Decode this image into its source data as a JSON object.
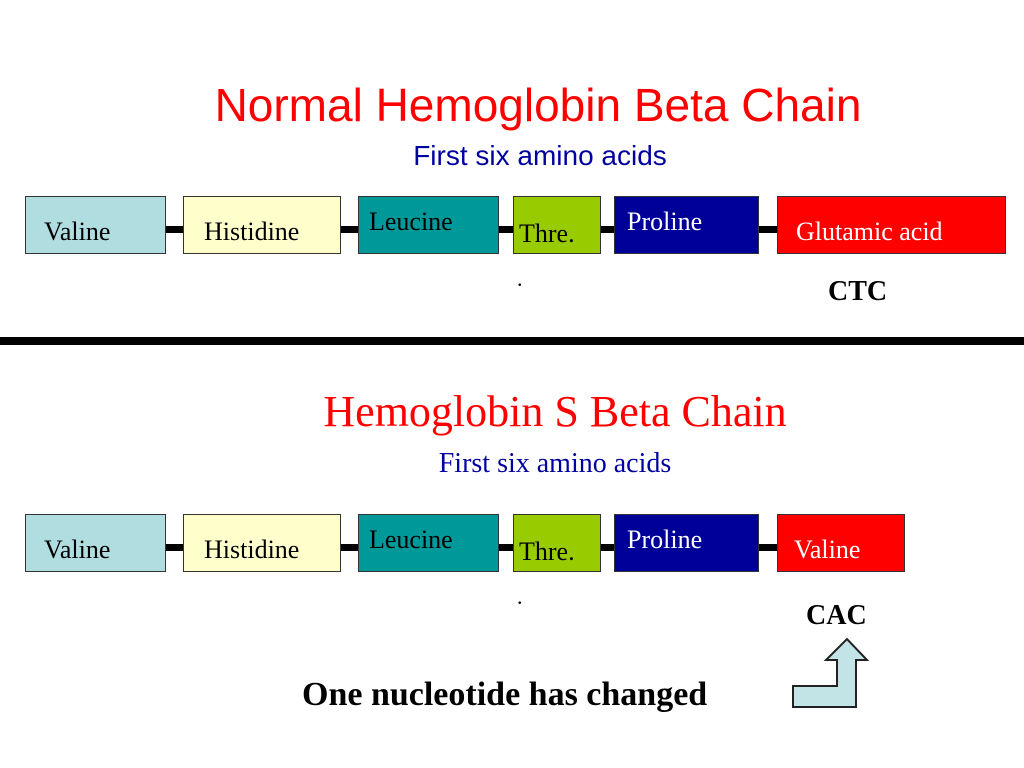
{
  "normal": {
    "title": "Normal Hemoglobin Beta Chain",
    "subtitle": "First six amino acids",
    "acids": [
      "Valine",
      "Histidine",
      "Leucine",
      "Thre.",
      "Proline",
      "Glutamic acid"
    ],
    "dot": ".",
    "codon": "CTC"
  },
  "sickle": {
    "title": "Hemoglobin S Beta Chain",
    "subtitle": "First six amino acids",
    "acids": [
      "Valine",
      "Histidine",
      "Leucine",
      "Thre.",
      "Proline",
      "Valine"
    ],
    "dot": ".",
    "codon": "CAC"
  },
  "caption": "One nucleotide has changed",
  "colors": {
    "title": "#ff0000",
    "subtitle": "#0000a0",
    "valine_box": "#b0dde0",
    "histidine_box": "#ffffcc",
    "leucine_box": "#009999",
    "threonine_box": "#99cc00",
    "proline_box": "#000099",
    "changed_box": "#ff0000",
    "arrow_fill": "#c3e4e6"
  }
}
